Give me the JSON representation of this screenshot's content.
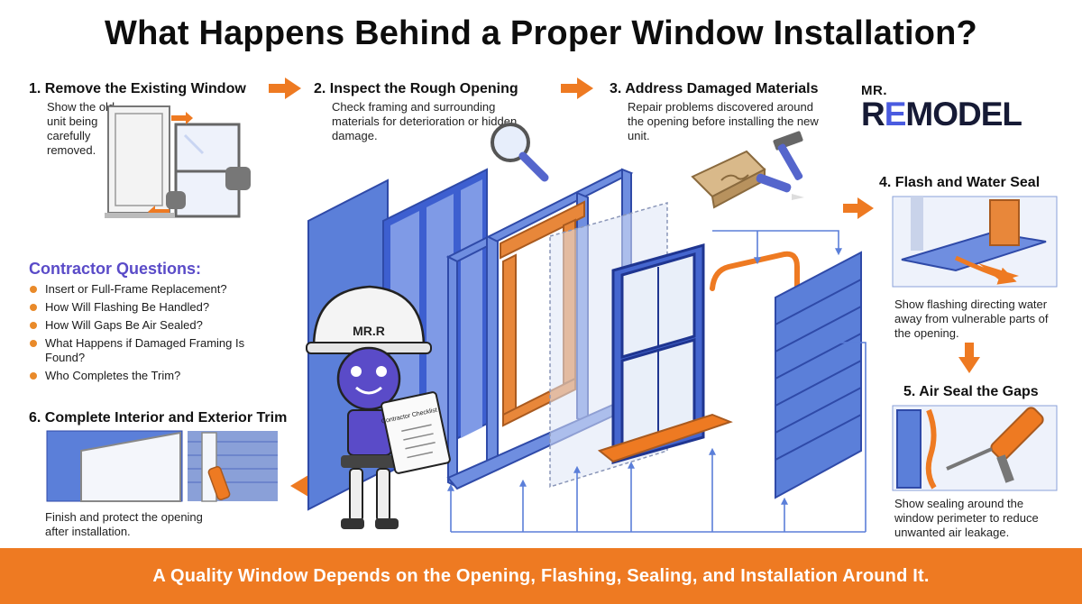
{
  "title": "What Happens Behind a Proper Window Installation?",
  "steps": [
    {
      "title": "1. Remove the Existing Window",
      "desc": "Show the old unit being carefully removed."
    },
    {
      "title": "2. Inspect the Rough Opening",
      "desc": "Check framing and surrounding materials for deterioration or hidden damage."
    },
    {
      "title": "3. Address Damaged Materials",
      "desc": "Repair problems discovered around the opening before installing the new unit."
    },
    {
      "title": "4. Flash and Water Seal",
      "desc": "Show flashing directing water away from vulnerable parts of the opening."
    },
    {
      "title": "5. Air Seal the Gaps",
      "desc": "Show sealing around the window perimeter to reduce unwanted air leakage."
    },
    {
      "title": "6. Complete Interior and Exterior Trim",
      "desc": "Finish and protect the opening after installation."
    }
  ],
  "logo": {
    "top": "MR.",
    "main_a": "R",
    "main_e": "E",
    "main_b": "MODEL"
  },
  "contractor_questions": {
    "title": "Contractor Questions:",
    "items": [
      "Insert or Full-Frame Replacement?",
      "How Will Flashing Be Handled?",
      "How Will Gaps Be Air Sealed?",
      "What Happens if Damaged Framing Is Found?",
      "Who Completes the Trim?"
    ]
  },
  "mascot": {
    "helmet_label": "MR.R",
    "clipboard_label": "Contractor Checklist"
  },
  "footer": "A Quality Window Depends on the Opening, Flashing, Sealing, and Installation Around It.",
  "colors": {
    "accent_orange": "#ee7a22",
    "blue": "#5b7fd9",
    "dark_navy": "#161a35",
    "purple": "#5a4bc8"
  },
  "icons": [
    "arrow-right-icon",
    "magnifying-glass-icon",
    "hammer-icon",
    "wood-plank-icon",
    "caulk-tube-icon",
    "caulk-gun-icon",
    "robot-mascot-icon",
    "clipboard-icon"
  ]
}
